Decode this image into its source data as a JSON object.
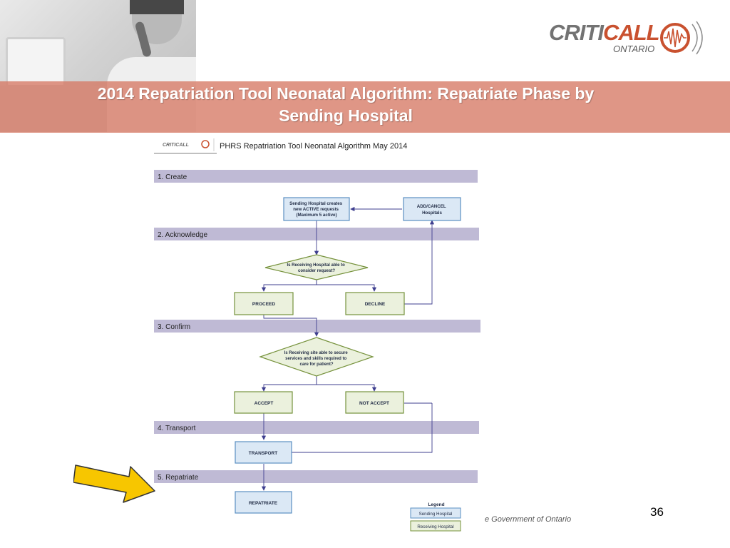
{
  "slide": {
    "title_line1": "2014 Repatriation Tool Neonatal Algorithm: Repatriate Phase by",
    "title_line2": "Sending Hospital",
    "logo_main": "CRITI",
    "logo_accent": "CALL",
    "logo_sub": "ONTARIO",
    "footer": "e Government of Ontario",
    "page_number": "36"
  },
  "colors": {
    "banner": "#d9786a",
    "phase_bar": "#bfbad5",
    "sending_fill": "#dbe8f5",
    "sending_border": "#5a8fc2",
    "receiving_fill": "#ebf1dd",
    "receiving_border": "#76923c",
    "arrow_fill": "#f7c600"
  },
  "diagram": {
    "mini_logo": "CRITICALL",
    "header_title": "PHRS Repatriation Tool Neonatal Algorithm May 2014",
    "phases": [
      "1.  Create",
      "2.  Acknowledge",
      "3.  Confirm",
      "4.  Transport",
      "5.  Repatriate"
    ],
    "boxes": {
      "create_l1": "Sending Hospital creates",
      "create_l2": "new  ACTIVE requests",
      "create_l3": "(Maximum 5 active)",
      "addcancel_l1": "ADD/CANCEL",
      "addcancel_l2": "Hospitals",
      "proceed": "PROCEED",
      "decline": "DECLINE",
      "accept": "ACCEPT",
      "not_accept": "NOT ACCEPT",
      "transport": "TRANSPORT",
      "repatriate": "REPATRIATE"
    },
    "decisions": {
      "d1_l1": "Is Receiving Hospital able to",
      "d1_l2": "consider request?",
      "d2_l1": "Is Receiving site able to secure",
      "d2_l2": "services and skills required to",
      "d2_l3": "care for patient?"
    },
    "legend": {
      "title": "Legend",
      "sending": "Sending Hospital",
      "receiving": "Receiving Hospital"
    }
  }
}
